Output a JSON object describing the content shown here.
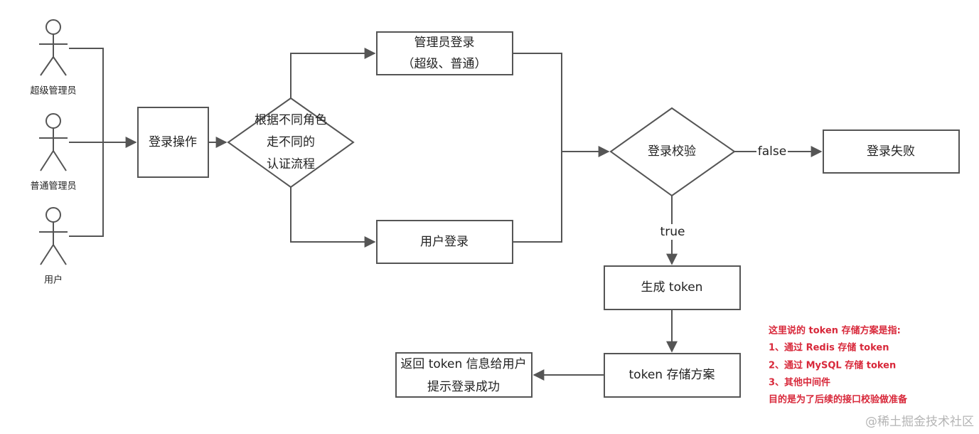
{
  "actors": [
    {
      "label": "超级管理员"
    },
    {
      "label": "普通管理员"
    },
    {
      "label": "用户"
    }
  ],
  "nodes": {
    "login_op": "登录操作",
    "role_decision": [
      "根据不同角色",
      "走不同的",
      "认证流程"
    ],
    "admin_login": [
      "管理员登录",
      "（超级、普通）"
    ],
    "user_login": "用户登录",
    "login_check": "登录校验",
    "login_fail": "登录失败",
    "gen_token": "生成 token",
    "token_storage": "token 存储方案",
    "return_token": [
      "返回 token 信息给用户",
      "提示登录成功"
    ]
  },
  "edge_labels": {
    "false": "false",
    "true": "true"
  },
  "note": [
    "这里说的 token 存储方案是指:",
    "1、通过 Redis 存储 token",
    "2、通过 MySQL 存储 token",
    "3、其他中间件",
    "目的是为了后续的接口校验做准备"
  ],
  "watermark": "@稀土掘金技术社区",
  "colors": {
    "stroke": "#555555",
    "note": "#d8283a",
    "watermark": "#b5b5b5"
  }
}
